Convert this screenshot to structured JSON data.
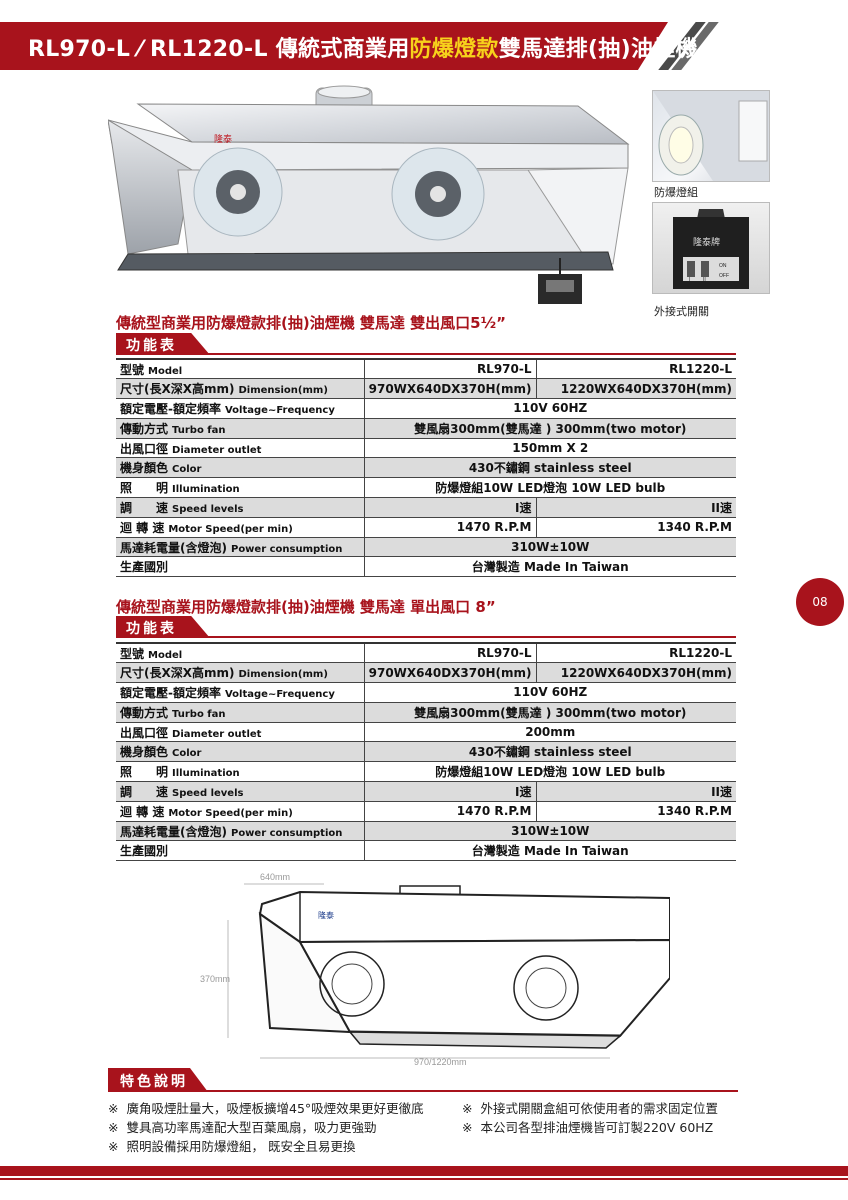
{
  "header": {
    "title_pre": "RL970-L ⁄ RL1220-L 傳統式商業用",
    "title_highlight": "防爆燈款",
    "title_post": "雙馬達排(抽)油煙機"
  },
  "images": {
    "brand_logo_text": "隆泰",
    "caption_lamp": "防爆燈組",
    "caption_switch": "外接式開關",
    "switch_brand": "隆泰牌",
    "switch_labels": [
      "I",
      "II",
      "ON",
      "OFF"
    ]
  },
  "section1": {
    "title": "傳統型商業用防爆燈款排(抽)油煙機 雙馬達 雙出風口5½”",
    "tag": "功能表",
    "rows": [
      {
        "zh": "型號",
        "en": "Model",
        "v1": "RL970-L",
        "v2": "RL1220-L"
      },
      {
        "zh": "尺寸(長X深X高mm)",
        "en": "Dimension(mm)",
        "v1": "970WX640DX370H(mm)",
        "v2": "1220WX640DX370H(mm)"
      },
      {
        "zh": "額定電壓-額定頻率",
        "en": "Voltage~Frequency",
        "span": "110V 60HZ"
      },
      {
        "zh": "傳動方式",
        "en": "Turbo fan",
        "span": "雙風扇300mm(雙馬達 ) 300mm(two motor)"
      },
      {
        "zh": "出風口徑",
        "en": "Diameter outlet",
        "span": "150mm X 2"
      },
      {
        "zh": "機身顏色",
        "en": "Color",
        "span": "430不鏽鋼 stainless steel"
      },
      {
        "zh": "照　　明",
        "en": "Illumination",
        "span": "防爆燈組10W LED燈泡 10W LED bulb"
      },
      {
        "zh": "調　　速",
        "en": "Speed levels",
        "v1": "I速",
        "v2": "II速"
      },
      {
        "zh": "迴 轉 速",
        "en": "Motor Speed(per min)",
        "v1": "1470 R.P.M",
        "v2": "1340 R.P.M"
      },
      {
        "zh": "馬達耗電量(含燈泡)",
        "en": "Power consumption",
        "span": "310W±10W"
      },
      {
        "zh": "生產國別",
        "en": "",
        "span": "台灣製造  Made In Taiwan"
      }
    ]
  },
  "section2": {
    "title": "傳統型商業用防爆燈款排(抽)油煙機 雙馬達 單出風口 8”",
    "tag": "功能表",
    "rows": [
      {
        "zh": "型號",
        "en": "Model",
        "v1": "RL970-L",
        "v2": "RL1220-L"
      },
      {
        "zh": "尺寸(長X深X高mm)",
        "en": "Dimension(mm)",
        "v1": "970WX640DX370H(mm)",
        "v2": "1220WX640DX370H(mm)"
      },
      {
        "zh": "額定電壓-額定頻率",
        "en": "Voltage~Frequency",
        "span": "110V 60HZ"
      },
      {
        "zh": "傳動方式",
        "en": "Turbo fan",
        "span": "雙風扇300mm(雙馬達 ) 300mm(two motor)"
      },
      {
        "zh": "出風口徑",
        "en": "Diameter outlet",
        "span": "200mm"
      },
      {
        "zh": "機身顏色",
        "en": "Color",
        "span": "430不鏽鋼 stainless steel"
      },
      {
        "zh": "照　　明",
        "en": "Illumination",
        "span": "防爆燈組10W LED燈泡 10W LED bulb"
      },
      {
        "zh": "調　　速",
        "en": "Speed levels",
        "v1": "I速",
        "v2": "II速"
      },
      {
        "zh": "迴 轉 速",
        "en": "Motor Speed(per min)",
        "v1": "1470 R.P.M",
        "v2": "1340 R.P.M"
      },
      {
        "zh": "馬達耗電量(含燈泡)",
        "en": "Power consumption",
        "span": "310W±10W"
      },
      {
        "zh": "生產國別",
        "en": "",
        "span": "台灣製造  Made In Taiwan"
      }
    ]
  },
  "page_number": "08",
  "drawing": {
    "dim_depth": "640mm",
    "dim_height": "370mm",
    "dim_width": "970/1220mm",
    "brand_logo_text": "隆泰"
  },
  "features": {
    "tag": "特色說明",
    "mark": "※",
    "left": [
      "廣角吸煙肚量大，吸煙板擴增45°吸煙效果更好更徹底",
      "雙具高功率馬達配大型百葉風扇，吸力更強勁",
      "照明設備採用防爆燈組， 既安全且易更換"
    ],
    "right": [
      "外接式開關盒組可依使用者的需求固定位置",
      "本公司各型排油煙機皆可訂製220V 60HZ"
    ]
  }
}
